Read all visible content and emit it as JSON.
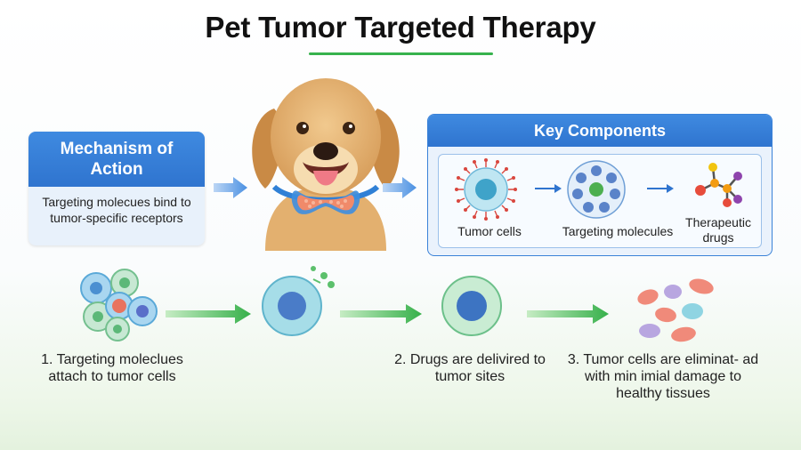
{
  "title": "Pet Tumor Targeted Therapy",
  "mechanism": {
    "heading": "Mechanism of Action",
    "description": "Targeting molecues bind to tumor-specific receptors"
  },
  "key_components": {
    "heading": "Key Components",
    "items": [
      {
        "label": "Tumor cells",
        "icon": "tumor-cell-icon"
      },
      {
        "label": "Targeting molecules",
        "icon": "targeting-molecules-icon"
      },
      {
        "label": "Therapeutic drugs",
        "icon": "therapeutic-drug-molecule-icon"
      }
    ]
  },
  "steps": [
    {
      "label": "1. Targeting moleclues attach to tumor cells"
    },
    {
      "label": "2. Drugs are delivired to tumor sites"
    },
    {
      "label": "3. Tumor cells are eliminat- ad with min imial damage to healthy tissues"
    }
  ],
  "colors": {
    "accent_blue": "#2f74cf",
    "accent_green": "#37b24d",
    "arrow_blue": "#4a90e2"
  }
}
